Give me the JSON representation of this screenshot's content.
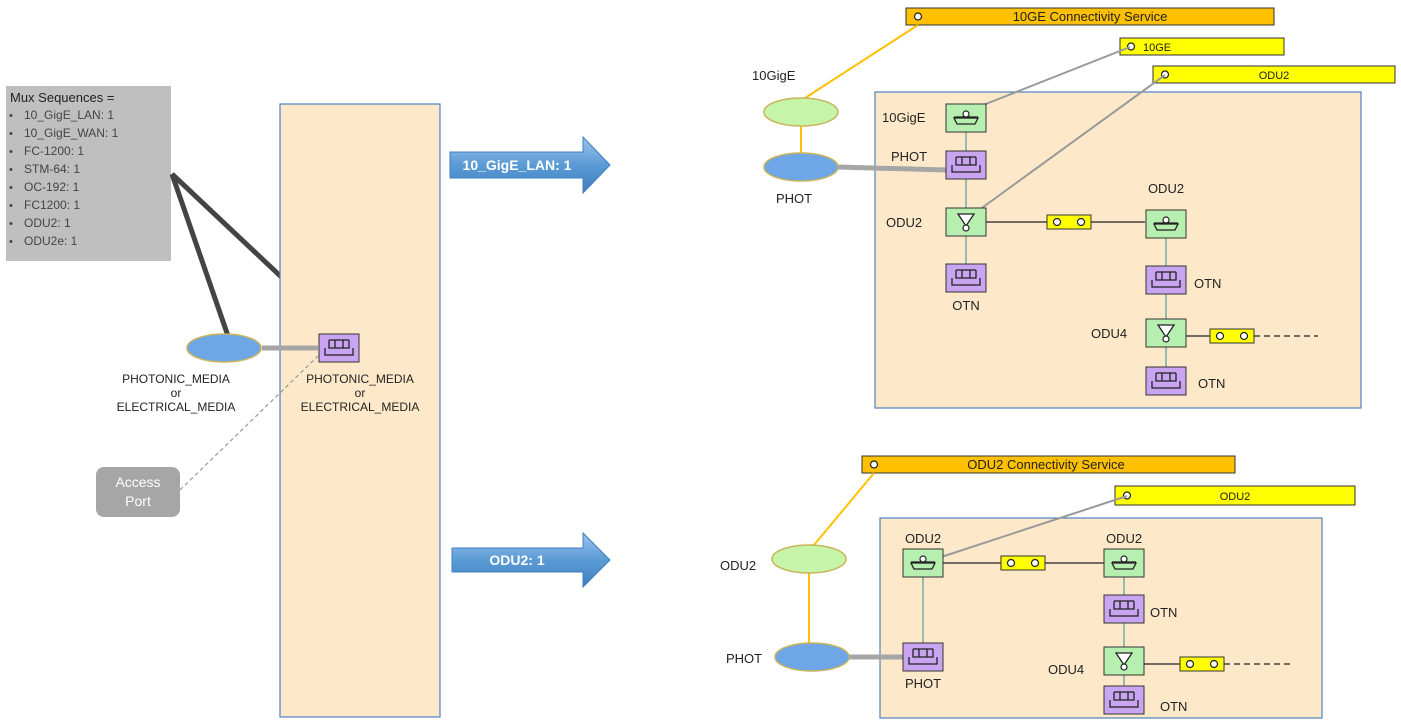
{
  "mux_panel": {
    "title": "Mux Sequences =",
    "items": [
      "10_GigE_LAN: 1",
      "10_GigE_WAN: 1",
      "FC-1200: 1",
      "STM-64: 1",
      "OC-192: 1",
      "FC1200: 1",
      "ODU2: 1",
      "ODU2e: 1"
    ]
  },
  "left": {
    "media_label_line1": "PHOTONIC_MEDIA",
    "media_label_or": "or",
    "media_label_line2": "ELECTRICAL_MEDIA",
    "node_label_line1": "PHOTONIC_MEDIA",
    "node_label_or": "or",
    "node_label_line2": "ELECTRICAL_MEDIA",
    "access_port_line1": "Access",
    "access_port_line2": "Port"
  },
  "arrows": {
    "top": "10_GigE_LAN: 1",
    "bottom": "ODU2: 1"
  },
  "top_diagram": {
    "service_bar": "10GE Connectivity Service",
    "bar_10ge": "10GE",
    "bar_odu2": "ODU2",
    "sip_top_label": "10GigE",
    "sip_bottom_label": "PHOT",
    "lbl_10gige": "10GigE",
    "lbl_phot": "PHOT",
    "lbl_odu2_left": "ODU2",
    "lbl_otn_left": "OTN",
    "lbl_odu2_right": "ODU2",
    "lbl_otn_right1": "OTN",
    "lbl_odu4": "ODU4",
    "lbl_otn_right2": "OTN"
  },
  "bottom_diagram": {
    "service_bar": "ODU2 Connectivity Service",
    "bar_odu2": "ODU2",
    "sip_top_label": "ODU2",
    "sip_bottom_label": "PHOT",
    "lbl_odu2_left": "ODU2",
    "lbl_odu2_right": "ODU2",
    "lbl_otn_right1": "OTN",
    "lbl_phot": "PHOT",
    "lbl_odu4": "ODU4",
    "lbl_otn_right2": "OTN"
  },
  "colors": {
    "cream_fill": "#fde9c9",
    "blue_border": "#4f81bd",
    "sip_blue": "#6ea6e8",
    "sip_green": "#c6f5a9",
    "sip_border": "#c8b45a",
    "green_node": "#b7efb0",
    "purple_node": "#c9a4f0",
    "yellow_bar": "#ffff00",
    "orange_bar": "#ffc000",
    "grey_panel": "#bfbfbf",
    "arrow_blue": "#5b9bd5"
  }
}
